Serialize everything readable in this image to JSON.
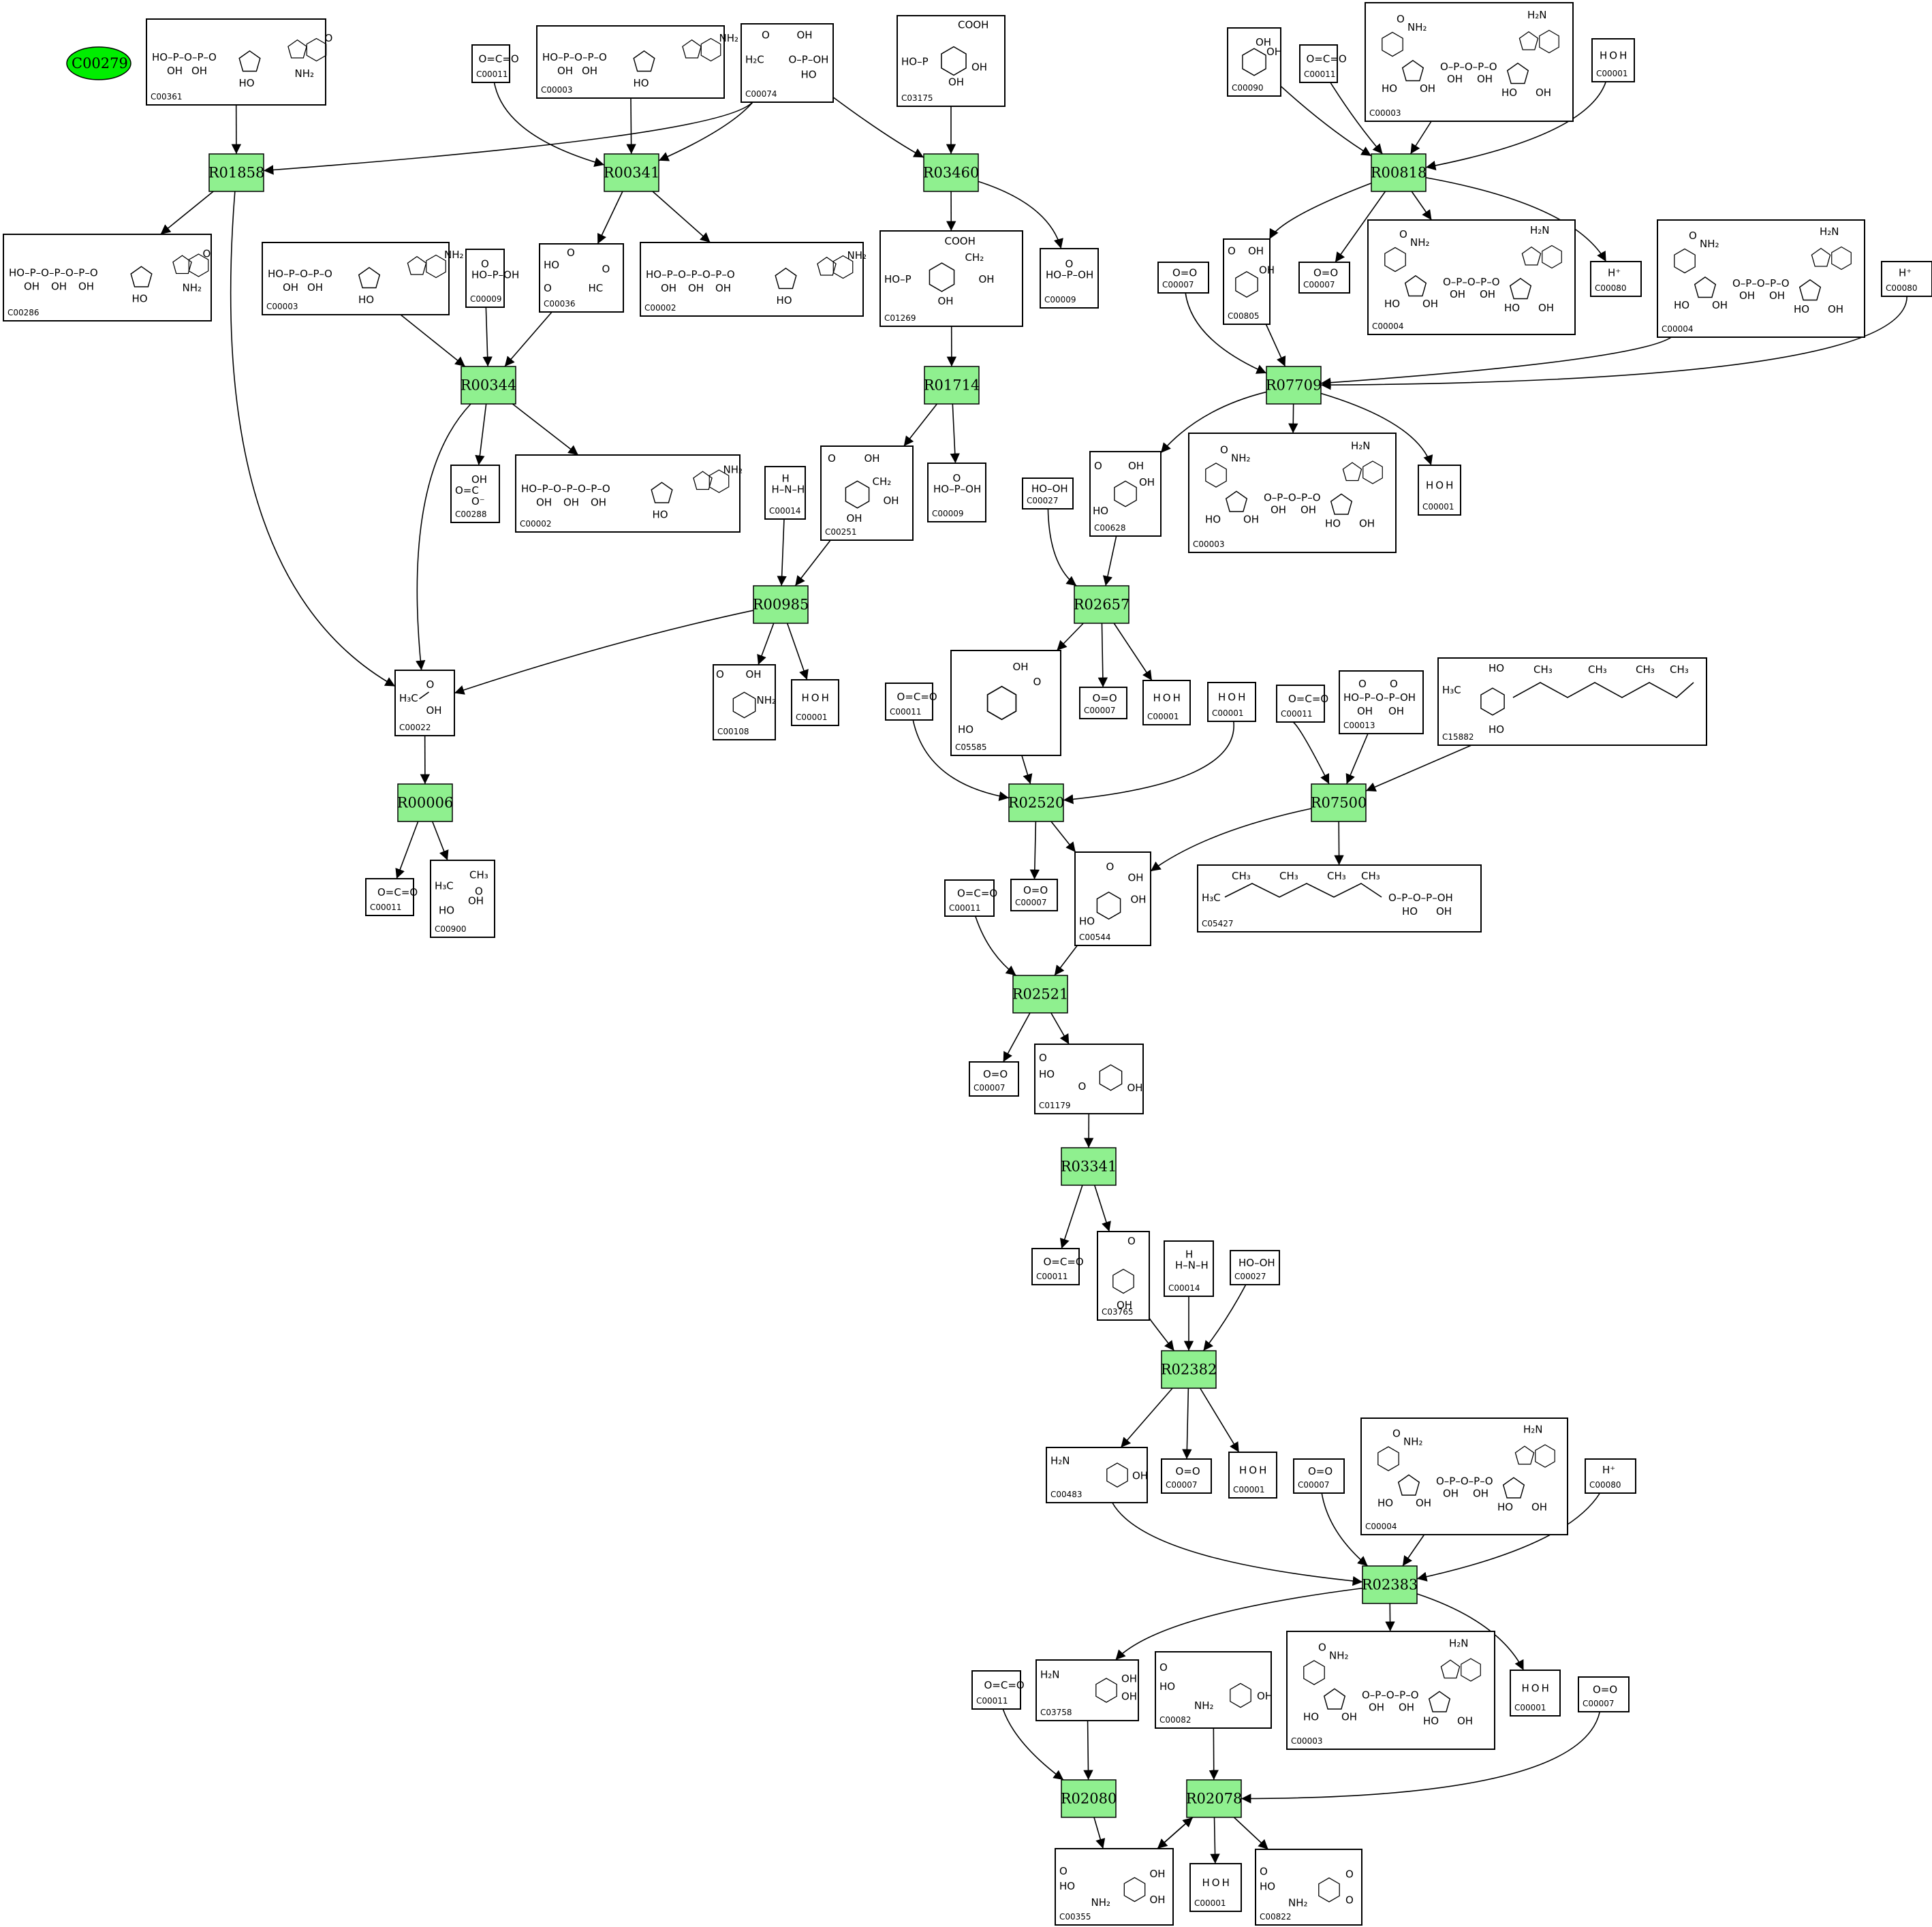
{
  "start_node": {
    "label": "C00279",
    "color": "#00ee00"
  },
  "reaction_color": "#8ff08f",
  "reactions": [
    "R01858",
    "R00341",
    "R03460",
    "R00818",
    "R00344",
    "R01714",
    "R07709",
    "R00985",
    "R02657",
    "R00006",
    "R02520",
    "R07500",
    "R02521",
    "R03341",
    "R02382",
    "R02383",
    "R02080",
    "R02078"
  ],
  "compounds": [
    {
      "id": "c1",
      "code": "C00361",
      "structure": "HO-P-O-P-O guanosine diphosphate (2'-deoxy)"
    },
    {
      "id": "c2",
      "code": "C00011",
      "structure": "O=C=O"
    },
    {
      "id": "c3",
      "code": "C00003",
      "structure": "HO-P-O-P-O adenosine"
    },
    {
      "id": "c4",
      "code": "C00074",
      "structure": "phosphoenolpyruvate"
    },
    {
      "id": "c5",
      "code": "C03175",
      "structure": "shikimate 3-phosphate"
    },
    {
      "id": "c6",
      "code": "C00090",
      "structure": "catechol"
    },
    {
      "id": "c7",
      "code": "C00011",
      "structure": "O=C=O"
    },
    {
      "id": "c8",
      "code": "C00003",
      "structure": "NAD+"
    },
    {
      "id": "c9",
      "code": "C00001",
      "structure": "H-O-H"
    },
    {
      "id": "c10",
      "code": "C00286",
      "structure": "dGTP"
    },
    {
      "id": "c11",
      "code": "C00003",
      "structure": "ADP"
    },
    {
      "id": "c12",
      "code": "C00009",
      "structure": "phosphate"
    },
    {
      "id": "c13",
      "code": "C00036",
      "structure": "oxaloacetate"
    },
    {
      "id": "c14",
      "code": "C00002",
      "structure": "ATP"
    },
    {
      "id": "c15",
      "code": "C01269",
      "structure": "EPSP"
    },
    {
      "id": "c16",
      "code": "C00009",
      "structure": "phosphate"
    },
    {
      "id": "c17",
      "code": "C00007",
      "structure": "O=O"
    },
    {
      "id": "c18",
      "code": "C00805",
      "structure": "salicylate"
    },
    {
      "id": "c19",
      "code": "C00007",
      "structure": "O=O"
    },
    {
      "id": "c20",
      "code": "C00004",
      "structure": "NADH"
    },
    {
      "id": "c21",
      "code": "C00080",
      "structure": "H+"
    },
    {
      "id": "c22",
      "code": "C00004",
      "structure": "NADH"
    },
    {
      "id": "c23",
      "code": "C00080",
      "structure": "H+"
    },
    {
      "id": "c24",
      "code": "C00288",
      "structure": "HCO3-"
    },
    {
      "id": "c25",
      "code": "C00002",
      "structure": "ATP"
    },
    {
      "id": "c26",
      "code": "C00014",
      "structure": "NH3"
    },
    {
      "id": "c27",
      "code": "C00251",
      "structure": "chorismate"
    },
    {
      "id": "c28",
      "code": "C00009",
      "structure": "phosphate"
    },
    {
      "id": "c29",
      "code": "C00027",
      "structure": "HO-OH"
    },
    {
      "id": "c30",
      "code": "C00628",
      "structure": "gentisate"
    },
    {
      "id": "c31",
      "code": "C00003",
      "structure": "NAD+"
    },
    {
      "id": "c32",
      "code": "C00001",
      "structure": "H-O-H"
    },
    {
      "id": "c33",
      "code": "C00022",
      "structure": "pyruvate"
    },
    {
      "id": "c34",
      "code": "C00108",
      "structure": "anthranilate"
    },
    {
      "id": "c35",
      "code": "C00001",
      "structure": "H-O-H"
    },
    {
      "id": "c36",
      "code": "C00011",
      "structure": "O=C=O"
    },
    {
      "id": "c37",
      "code": "C05585",
      "structure": "gentisate aldehyde"
    },
    {
      "id": "c38",
      "code": "C00007",
      "structure": "O=O"
    },
    {
      "id": "c39",
      "code": "C00001",
      "structure": "H-O-H"
    },
    {
      "id": "c40",
      "code": "C00001",
      "structure": "H-O-H"
    },
    {
      "id": "c41",
      "code": "C00011",
      "structure": "O=C=O"
    },
    {
      "id": "c42",
      "code": "C00013",
      "structure": "diphosphate"
    },
    {
      "id": "c43",
      "code": "C15882",
      "structure": "phytyl hydroquinone"
    },
    {
      "id": "c44",
      "code": "C00011",
      "structure": "O=C=O"
    },
    {
      "id": "c45",
      "code": "C00900",
      "structure": "2-acetolactate"
    },
    {
      "id": "c46",
      "code": "C00007",
      "structure": "O=O"
    },
    {
      "id": "c47",
      "code": "C00011",
      "structure": "O=C=O"
    },
    {
      "id": "c48",
      "code": "C00544",
      "structure": "homogentisate"
    },
    {
      "id": "c49",
      "code": "C05427",
      "structure": "phytyl diphosphate"
    },
    {
      "id": "c50",
      "code": "C00007",
      "structure": "O=O"
    },
    {
      "id": "c51",
      "code": "C01179",
      "structure": "4-hydroxyphenylpyruvate"
    },
    {
      "id": "c52",
      "code": "C00011",
      "structure": "O=C=O"
    },
    {
      "id": "c53",
      "code": "C03765",
      "structure": "4-hydroxyphenylacetaldehyde"
    },
    {
      "id": "c54",
      "code": "C00014",
      "structure": "NH3"
    },
    {
      "id": "c55",
      "code": "C00027",
      "structure": "HO-OH"
    },
    {
      "id": "c56",
      "code": "C00483",
      "structure": "tyramine"
    },
    {
      "id": "c57",
      "code": "C00007",
      "structure": "O=O"
    },
    {
      "id": "c58",
      "code": "C00001",
      "structure": "H-O-H"
    },
    {
      "id": "c59",
      "code": "C00007",
      "structure": "O=O"
    },
    {
      "id": "c60",
      "code": "C00004",
      "structure": "NADH"
    },
    {
      "id": "c61",
      "code": "C00080",
      "structure": "H+"
    },
    {
      "id": "c62",
      "code": "C00011",
      "structure": "O=C=O"
    },
    {
      "id": "c63",
      "code": "C03758",
      "structure": "dopamine"
    },
    {
      "id": "c64",
      "code": "C00082",
      "structure": "tyrosine"
    },
    {
      "id": "c65",
      "code": "C00003",
      "structure": "NAD+"
    },
    {
      "id": "c66",
      "code": "C00001",
      "structure": "H-O-H"
    },
    {
      "id": "c67",
      "code": "C00007",
      "structure": "O=O"
    },
    {
      "id": "c68",
      "code": "C00355",
      "structure": "L-DOPA"
    },
    {
      "id": "c69",
      "code": "C00001",
      "structure": "H-O-H"
    },
    {
      "id": "c70",
      "code": "C00822",
      "structure": "dopaquinone"
    }
  ],
  "molecule_text": {
    "co2": "O=C=O",
    "water": "H O H",
    "o2": "O=O",
    "h2o2": "HO–OH",
    "hplus": "H⁺",
    "nh3": "H–N–H",
    "phosphate": "HO–P–OH",
    "bicarbonate": "O=C(OH)O⁻",
    "nh2": "NH₂",
    "oh": "OH",
    "ho": "HO",
    "h3c": "H₃C",
    "ch3": "CH₃",
    "cooh": "COOH",
    "pp": "HO–P–O–P–O",
    "ppp": "HO–P–O–P–O–P–O"
  }
}
